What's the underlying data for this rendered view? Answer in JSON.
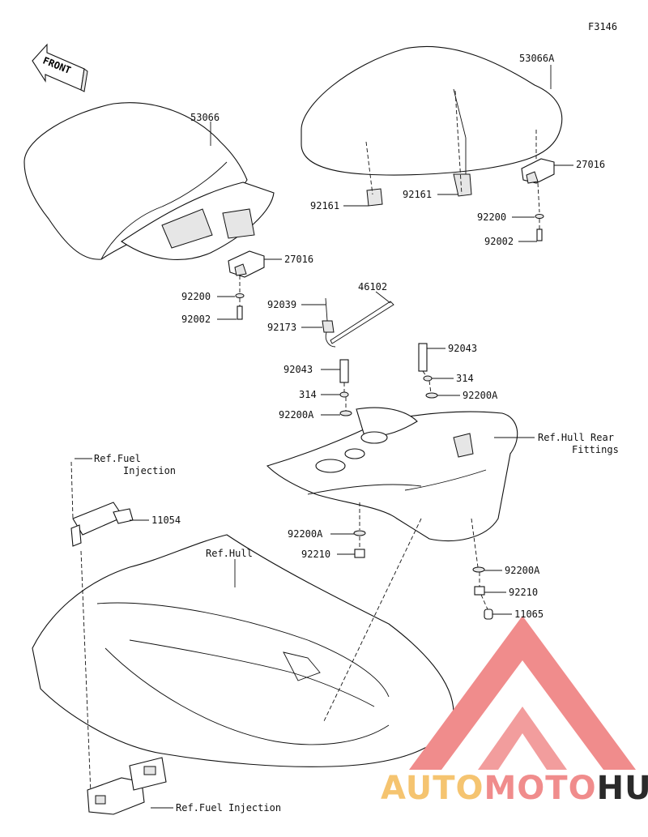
{
  "figure_code": "F3146",
  "front_badge": "FRONT",
  "callouts": {
    "seat_front": "53066",
    "seat_rear": "53066A",
    "hook_rear": "27016",
    "hook_front": "27016",
    "nut_rear_left": "92161",
    "nut_rear_mid": "92161",
    "washer_rear": "92200",
    "bolt_rear": "92002",
    "washer_front": "92200",
    "bolt_front": "92002",
    "rod": "46102",
    "pin": "92039",
    "clip": "92173",
    "bolt_grip_left": "92043",
    "bolt_grip_right": "92043",
    "cap_left": "314",
    "cap_right": "314",
    "washerA_left": "92200A",
    "washerA_right": "92200A",
    "ref_rear_line1": "Ref.Hull Rear",
    "ref_rear_line2": "Fittings",
    "ref_fuel_line1": "Ref.Fuel",
    "ref_fuel_line2": "Injection",
    "bracket": "11054",
    "washerA_lower_left": "92200A",
    "nut_lower_left": "92210",
    "ref_hull": "Ref.Hull",
    "washerA_lower_right": "92200A",
    "nut_lower_right": "92210",
    "stopper": "11065",
    "ref_fuel_bottom": "Ref.Fuel Injection"
  },
  "watermark": {
    "text_part1": "AUTO",
    "text_part2": "MOTO",
    "text_part3": "HUB",
    "color_red": "#f08c8c",
    "color_orange": "#f5c470",
    "color_dark": "#2a2a2a"
  }
}
